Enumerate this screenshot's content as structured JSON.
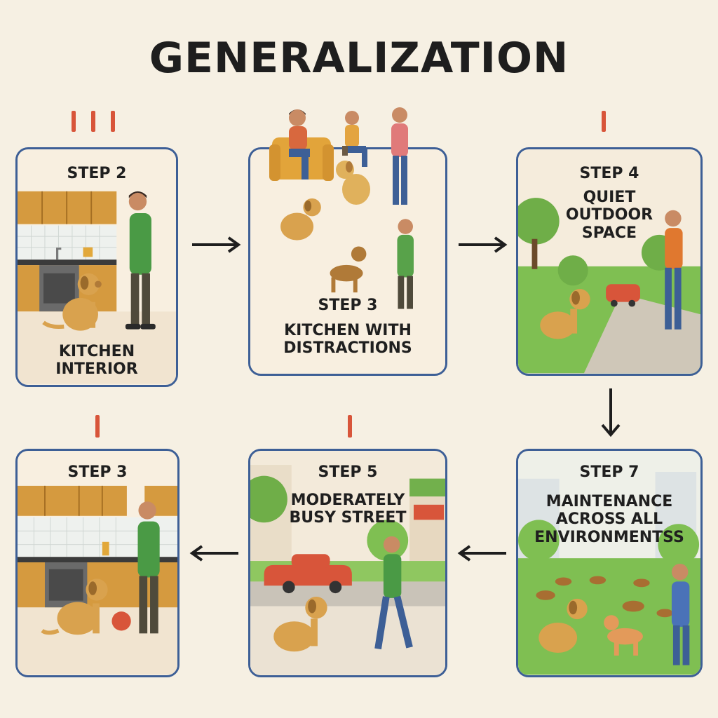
{
  "title": "GENERALIZATION",
  "cards": [
    {
      "step": "STEP 2",
      "desc_lines": [
        "KITCHEN",
        "INTERIOR"
      ]
    },
    {
      "step": "STEP 3",
      "desc_lines": [
        "KITCHEN WITH",
        "DISTRACTIONS"
      ]
    },
    {
      "step": "STEP 4",
      "desc_lines": [
        "QUIET",
        "OUTDOOR",
        "SPACE"
      ]
    },
    {
      "step": "STEP 3",
      "desc_lines": []
    },
    {
      "step": "STEP 5",
      "desc_lines": [
        "MODERATELY",
        "BUSY STREET"
      ]
    },
    {
      "step": "STEP 7",
      "desc_lines": [
        "MAINTENANCE",
        "ACROSS ALL",
        "ENVIRONMENTSS"
      ]
    }
  ],
  "colors": {
    "card_border": "#3d5f96",
    "tick": "#d8553a",
    "arrow": "#1e1e1e",
    "dog": "#d9a24e",
    "cabinet": "#d59a3f",
    "grass": "#7fbf52"
  },
  "icons": [
    "arrow-right-icon",
    "arrow-down-icon",
    "arrow-left-icon",
    "tick-marks-icon"
  ]
}
